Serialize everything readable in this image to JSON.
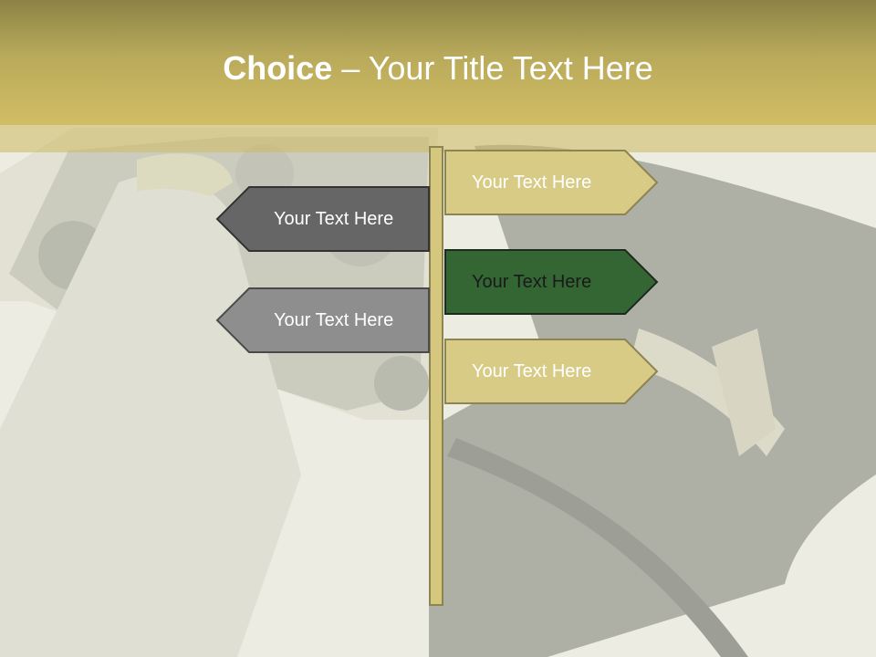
{
  "slide": {
    "title_bold": "Choice",
    "title_rest": " – Your Title Text Here"
  },
  "signs": {
    "right": [
      {
        "label": "Your Text Here",
        "fill": "#d8cb86",
        "text_color": "#ffffff"
      },
      {
        "label": "Your Text Here",
        "fill": "#336633",
        "text_color": "#1a1a1a"
      },
      {
        "label": "Your Text Here",
        "fill": "#d8cb86",
        "text_color": "#ffffff"
      }
    ],
    "left": [
      {
        "label": "Your Text Here",
        "fill": "#666666",
        "text_color": "#ffffff"
      },
      {
        "label": "Your Text Here",
        "fill": "#8e8e8e",
        "text_color": "#ffffff"
      }
    ]
  },
  "colors": {
    "header": "#c9b760",
    "pole": "#d6c77f",
    "outline": "#4a4a3a"
  }
}
